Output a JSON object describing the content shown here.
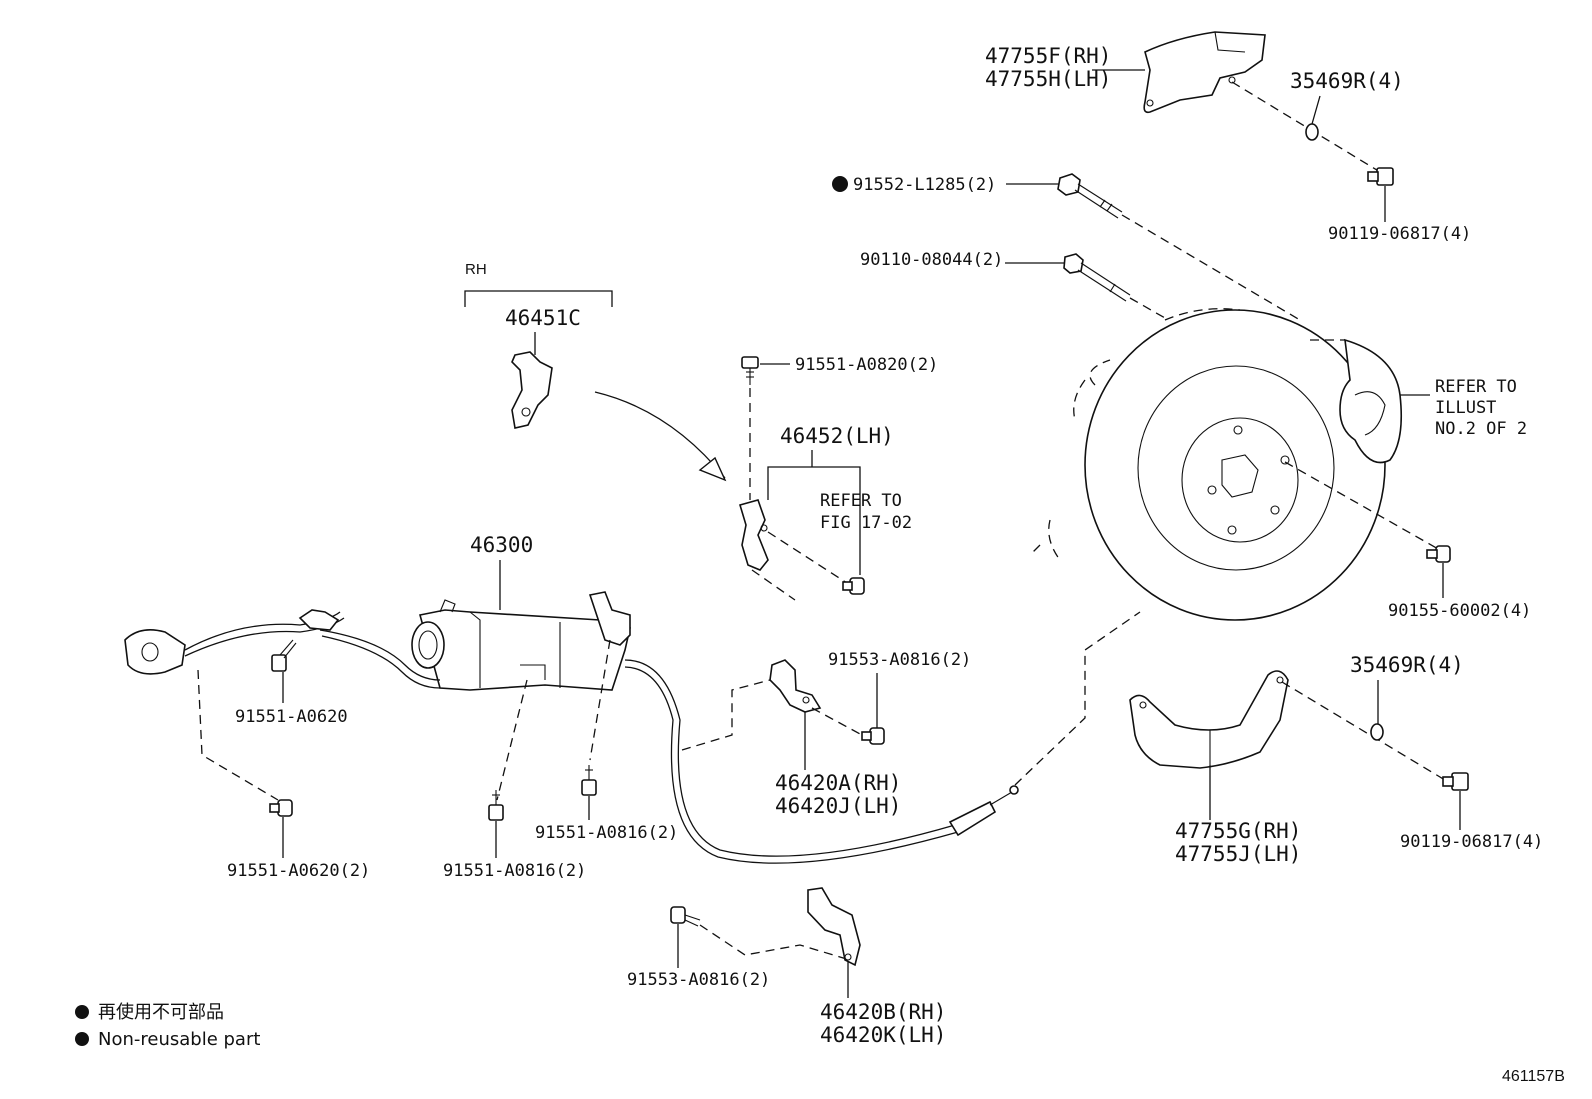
{
  "labels": {
    "l_47755F": "47755F(RH)",
    "l_47755H": "47755H(LH)",
    "l_35469R_top": "35469R(4)",
    "l_91552": "91552-L1285(2)",
    "l_90119_top": "90119-06817(4)",
    "l_90110": "90110-08044(2)",
    "l_rh": "RH",
    "l_46451C": "46451C",
    "l_91551_A0820": "91551-A0820(2)",
    "l_refer_illust_1": "REFER TO",
    "l_refer_illust_2": "ILLUST",
    "l_refer_illust_3": "NO.2 OF 2",
    "l_46452": "46452(LH)",
    "l_refer_fig_1": "REFER TO",
    "l_refer_fig_2": "FIG 17-02",
    "l_46300": "46300",
    "l_90155": "90155-60002(4)",
    "l_91553_mid": "91553-A0816(2)",
    "l_35469R_bot": "35469R(4)",
    "l_91551_A0620": "91551-A0620",
    "l_46420A": "46420A(RH)",
    "l_46420J": "46420J(LH)",
    "l_47755G": "47755G(RH)",
    "l_47755J": "47755J(LH)",
    "l_90119_bot": "90119-06817(4)",
    "l_91551_A0816_r": "91551-A0816(2)",
    "l_91551_A0620_2": "91551-A0620(2)",
    "l_91551_A0816_l": "91551-A0816(2)",
    "l_91553_bot": "91553-A0816(2)",
    "l_46420B": "46420B(RH)",
    "l_46420K": "46420K(LH)"
  },
  "legend": {
    "jp": "再使用不可部品",
    "en": "Non-reusable part"
  },
  "figure_code": "461157B",
  "colors": {
    "ink": "#111111",
    "background": "#ffffff"
  }
}
